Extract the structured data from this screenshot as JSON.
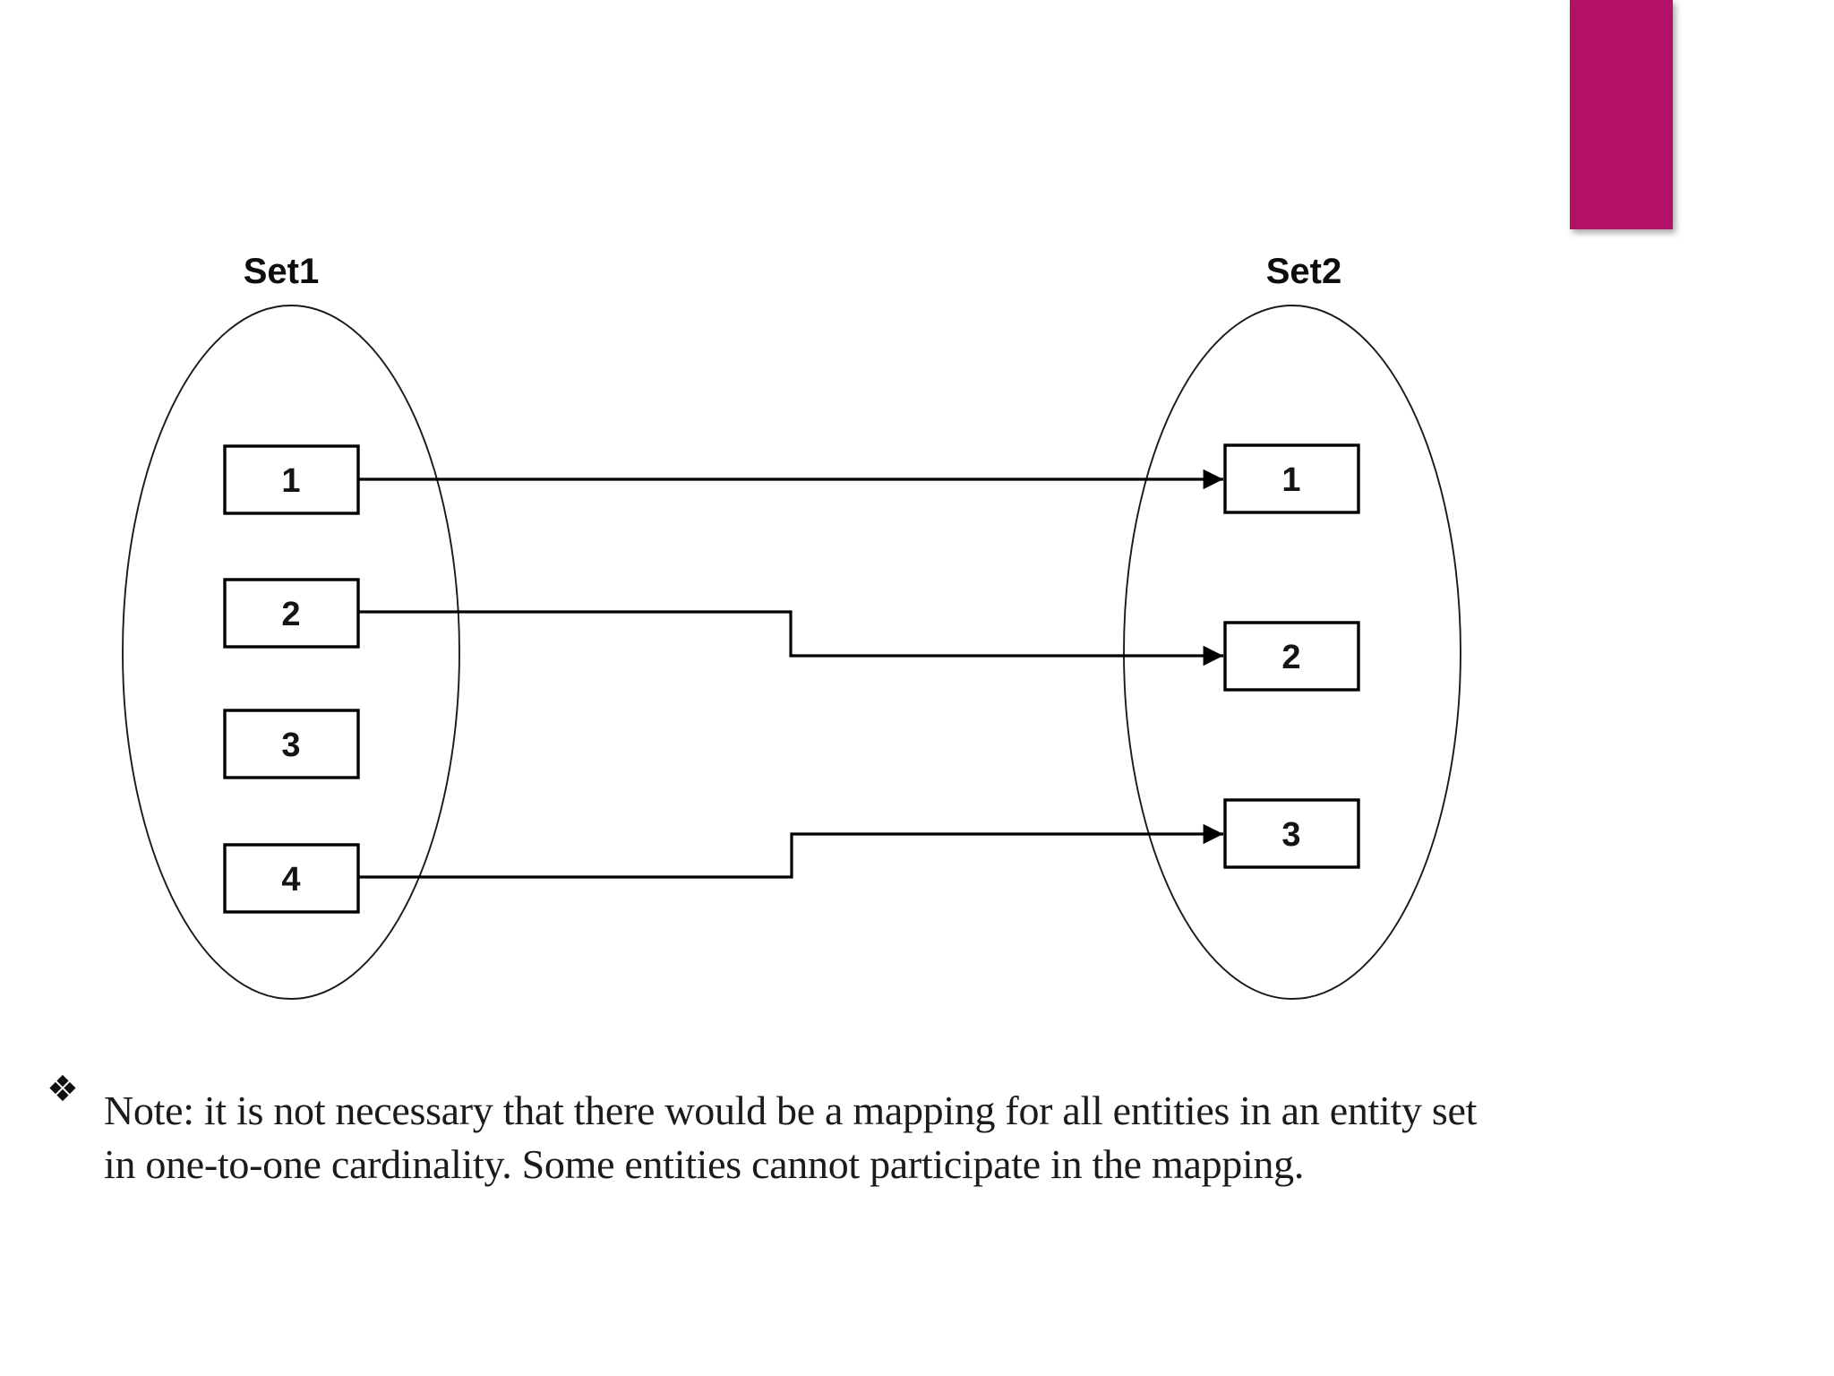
{
  "slide": {
    "accent_color": "#b31166",
    "diagram": {
      "set1": {
        "label": "Set1",
        "items": [
          "1",
          "2",
          "3",
          "4"
        ]
      },
      "set2": {
        "label": "Set2",
        "items": [
          "1",
          "2",
          "3"
        ]
      },
      "mappings": [
        {
          "from": "Set1.1",
          "to": "Set2.1"
        },
        {
          "from": "Set1.2",
          "to": "Set2.2"
        },
        {
          "from": "Set1.4",
          "to": "Set2.3"
        }
      ],
      "unmapped": [
        "Set1.3"
      ]
    },
    "note": {
      "bullet": "❖",
      "lines": [
        "Note: it is not necessary that there would be a mapping for all entities in an entity set",
        "in one-to-one cardinality. Some entities cannot participate in the mapping."
      ]
    }
  }
}
